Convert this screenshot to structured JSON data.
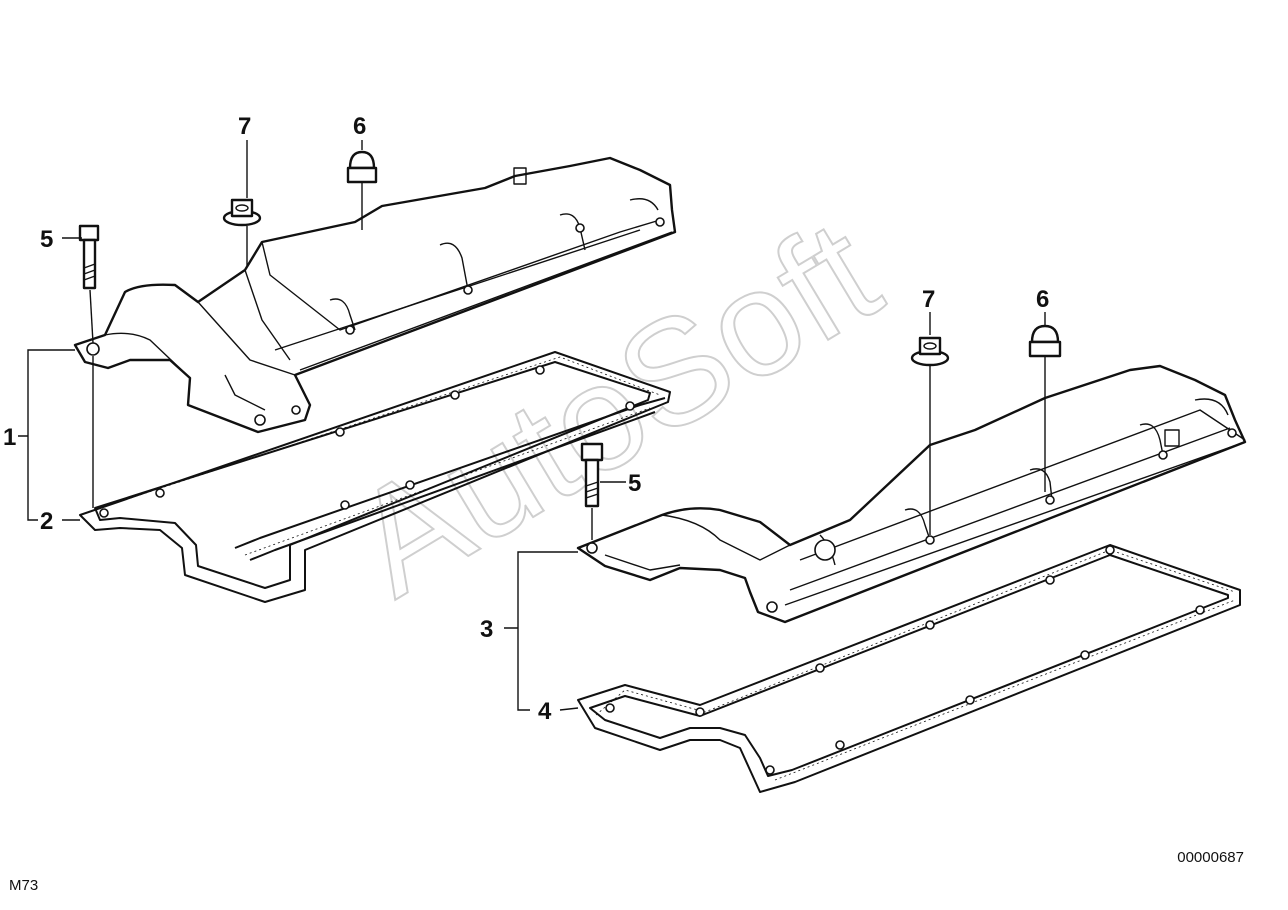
{
  "diagram": {
    "watermark": "AutoSoft",
    "diagram_id": "00000687",
    "model_code": "M73",
    "callouts": {
      "left_cover": "1",
      "left_gasket": "2",
      "right_cover": "3",
      "right_gasket": "4",
      "bolt": "5",
      "cap_nut": "6",
      "flange_nut": "7"
    }
  }
}
